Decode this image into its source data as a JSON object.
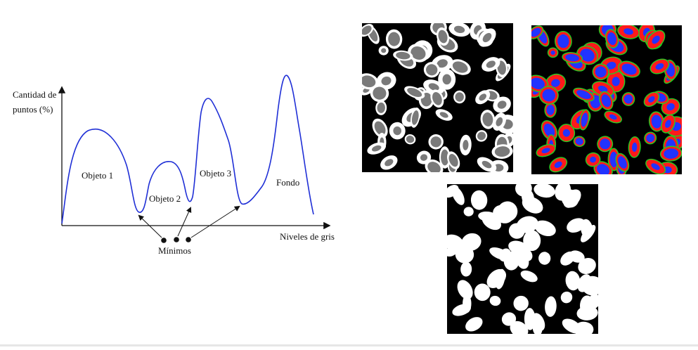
{
  "diagram": {
    "y_axis_label_line1": "Cantidad de",
    "y_axis_label_line2": "puntos (%)",
    "x_axis_label": "Niveles de gris",
    "region_labels": [
      "Objeto 1",
      "Objeto 2",
      "Objeto 3",
      "Fondo"
    ],
    "minima_label": "Mínimos",
    "curve_color": "#1f2fd6"
  },
  "images": {
    "grayscale_segmented": {
      "fg": "#ffffff",
      "mid": "#7a7a7a",
      "bg": "#000000"
    },
    "color_segmented": {
      "red": "#ff1a1a",
      "blue": "#2233ff",
      "green": "#22cc22",
      "bg": "#000000"
    },
    "binary_mask": {
      "fg": "#ffffff",
      "bg": "#000000"
    }
  }
}
